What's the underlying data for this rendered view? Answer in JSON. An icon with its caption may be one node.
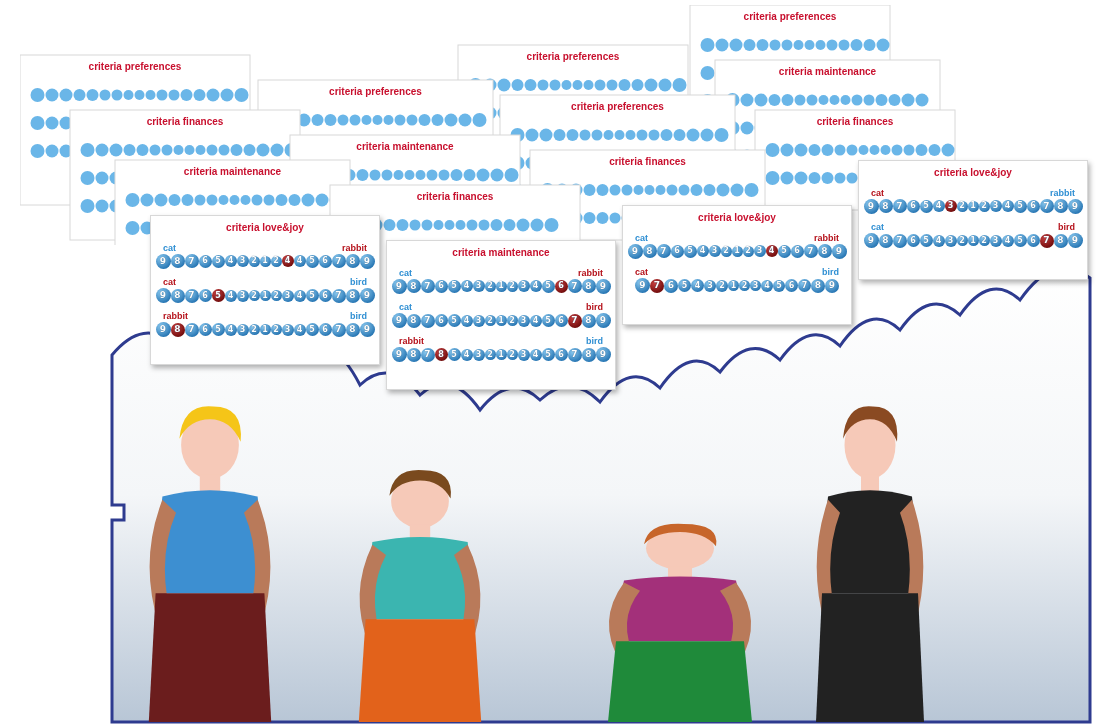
{
  "diagram": {
    "nodes": [
      {
        "text": [
          "criteria love&joy",
          "cat",
          "rabbit",
          "9 8 7 6 5 4 3 2 1 2 **4** 4 5 6 7 8 9",
          "cat",
          "bird",
          "9 8 7 6 **5** 4 3 2 1 2 3 4 5 6 7 8 9",
          "rabbit",
          "bird",
          "9 **8** 7 6 5 4 3 2 1 2 3 4 5 6 7 8 9"
        ]
      },
      {
        "text": [
          "criteria maintenance",
          "cat",
          "rabbit",
          "9 8 7 6 5 4 3 2 1 2 3 4 5 **6** 7 8 9",
          "cat",
          "bird",
          "9 8 7 6 5 4 3 2 1 2 3 4 5 6 **7** 8 9",
          "rabbit",
          "bird",
          "9 8 7 **8** 5 4 3 2 1 2 3 4 5 6 7 8 9"
        ]
      },
      {
        "text": [
          "criteria love&joy",
          "cat",
          "rabbit",
          "9 8 7 6 5 4 3 2 1 2 3 **4** 5 6 7 8 9",
          "cat",
          "bird",
          "9 **7** 6 5 4 3 2 1 2 3 4 5 6 7 8 9"
        ]
      },
      {
        "text": [
          "criteria love&joy",
          "cat",
          "rabbit",
          "9 8 7 6 5 4 **3** 2 1 2 3 4 5 6 7 8 9",
          "cat",
          "bird",
          "9 8 7 6 5 4 3 2 1 2 3 4 5 6 **7** 8 9"
        ]
      },
      {
        "text": [],
        "shape": "person"
      },
      {
        "text": [],
        "shape": "person"
      },
      {
        "text": [],
        "shape": "person"
      },
      {
        "text": [],
        "shape": "person"
      }
    ],
    "labels": [
      "criteria preferences",
      "criteria preferences",
      "criteria preferences",
      "criteria maintenance",
      "criteria preferences",
      "criteria preferences",
      "criteria finances",
      "criteria finances",
      "criteria maintenance",
      "criteria finances",
      "criteria maintenance",
      "criteria finances"
    ]
  }
}
